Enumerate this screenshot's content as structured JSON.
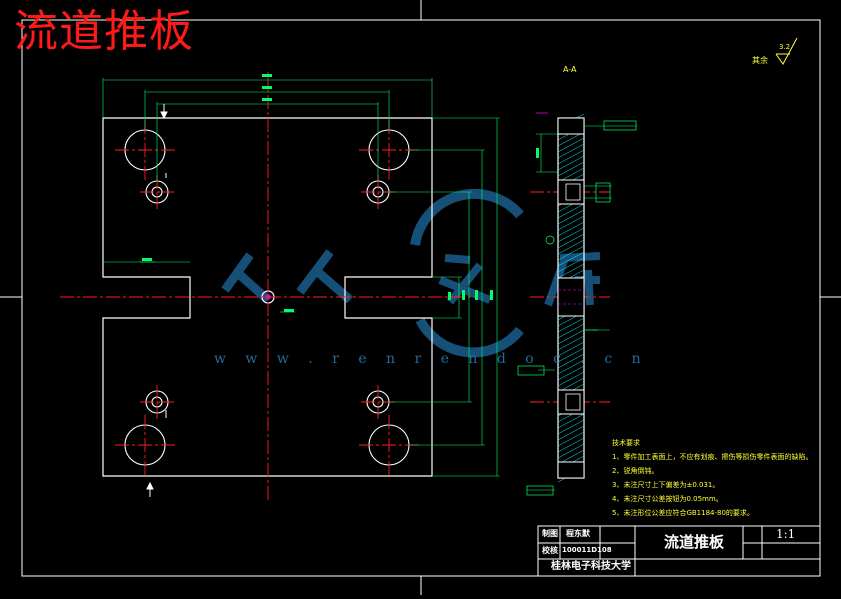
{
  "drawing": {
    "big_title": "流道推板",
    "section_label": "A-A",
    "roughness_note": "其余",
    "roughness_value": "3.2",
    "colors": {
      "background": "#000000",
      "outline": "#ffffff",
      "centerline": "#ff2020",
      "dimension": "#00ff66",
      "leader": "#ff00ff",
      "hatch": "#00ffff",
      "note_text": "#ffff33",
      "title_red": "#ff1a1a"
    }
  },
  "title_block": {
    "drawn_label": "制图",
    "drawn_name": "程东默",
    "check_label": "校核",
    "check_value": "100011D108",
    "part_name": "流道推板",
    "scale": "1:1",
    "school": "桂林电子科技大学"
  },
  "tech_requirements": {
    "heading": "技术要求",
    "items": [
      "1、零件加工表面上，不应有划痕、擦伤等损伤零件表面的缺陷。",
      "2、锐角倒钝。",
      "3、未注尺寸上下偏差为±0.031。",
      "4、未注尺寸公差按钮为0.05mm。",
      "5、未注形位公差应符合GB1184-80的要求。"
    ]
  },
  "watermark": {
    "text": "人人文库",
    "url": "w w w . r e n r e n d o c . c n"
  }
}
